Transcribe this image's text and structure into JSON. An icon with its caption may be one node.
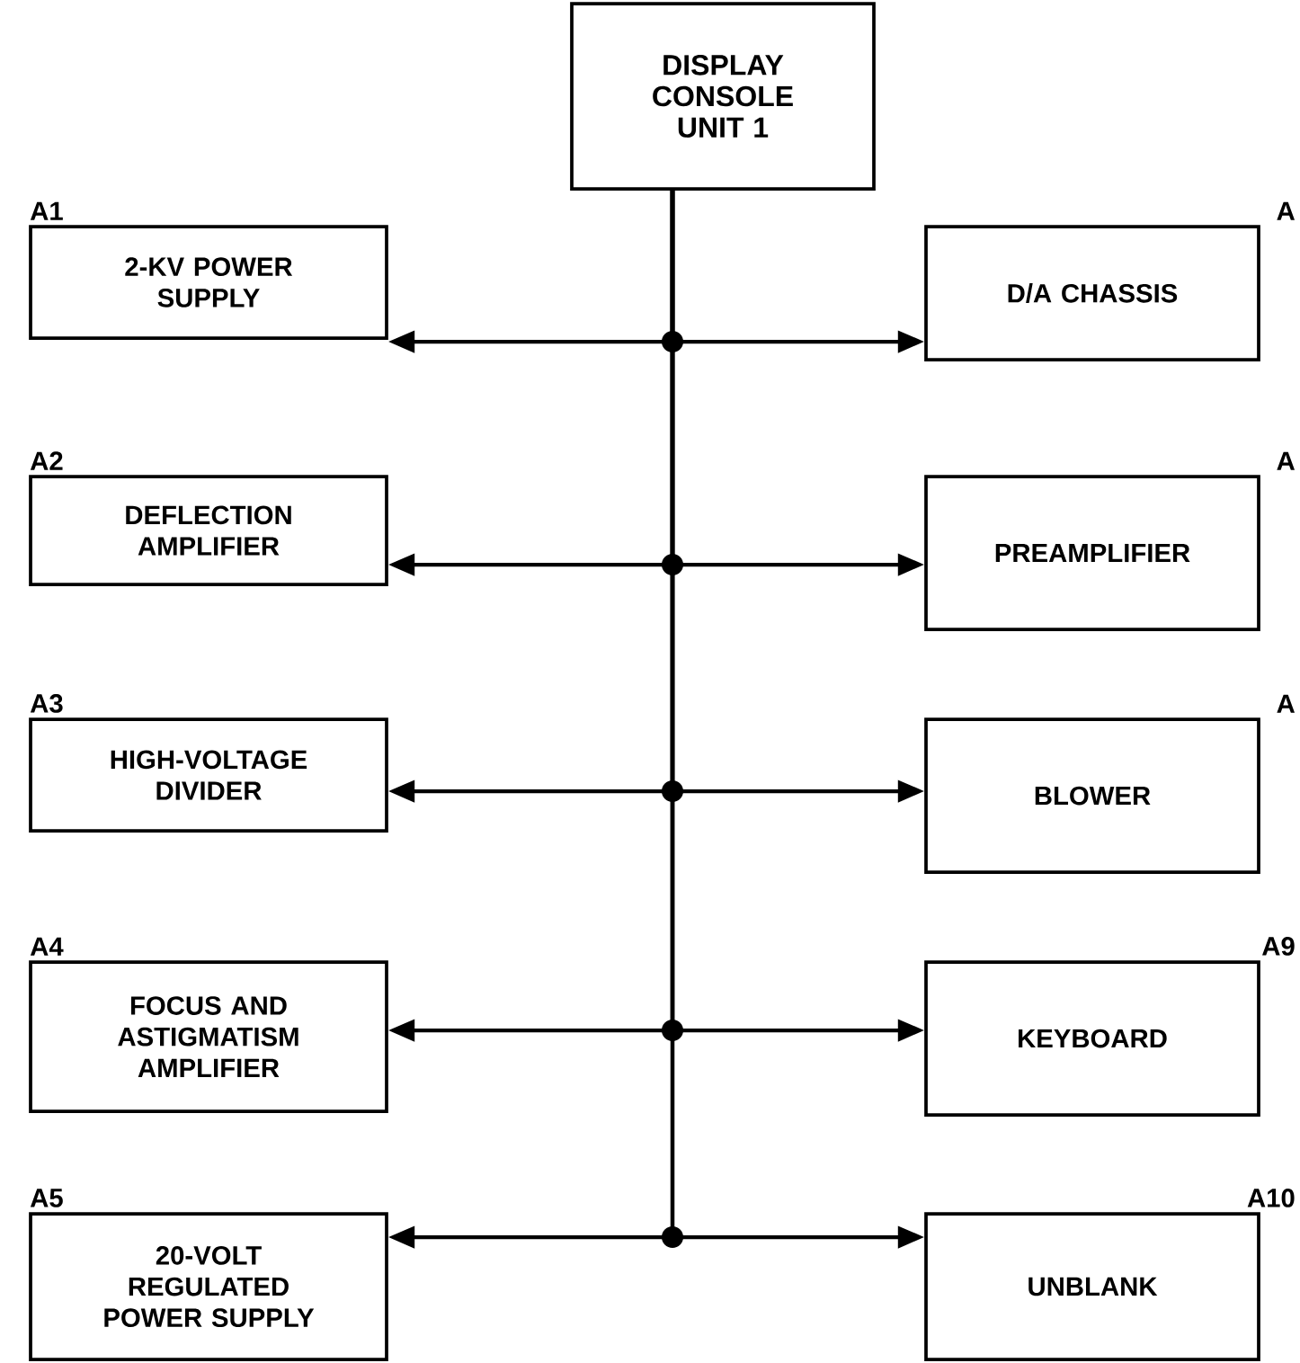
{
  "diagram": {
    "nodes": [
      {
        "text": [
          "DISPLAY CONSOLE UNIT 1"
        ]
      },
      {
        "text": [
          "A1",
          "2-KV POWER SUPPLY"
        ]
      },
      {
        "text": [
          "A2",
          "DEFLECTION AMPLIFIER"
        ]
      },
      {
        "text": [
          "A3",
          "HIGH-VOLTAGE DIVIDER"
        ]
      },
      {
        "text": [
          "A4",
          "FOCUS AND ASTIGMATISM AMPLIFIER"
        ]
      },
      {
        "text": [
          "A5",
          "20-VOLT REGULATED POWER SUPPLY"
        ]
      },
      {
        "text": [
          "A",
          "D/A CHASSIS"
        ]
      },
      {
        "text": [
          "A",
          "PREAMPLIFIER"
        ]
      },
      {
        "text": [
          "A",
          "BLOWER"
        ]
      },
      {
        "text": [
          "A9",
          "KEYBOARD"
        ]
      },
      {
        "text": [
          "A10",
          "UNBLANK"
        ]
      }
    ],
    "edges": [
      {
        "from": 0,
        "to": 1,
        "arrow": "to"
      },
      {
        "from": 0,
        "to": 6,
        "arrow": "to"
      },
      {
        "from": 0,
        "to": 2,
        "arrow": "to"
      },
      {
        "from": 0,
        "to": 7,
        "arrow": "to"
      },
      {
        "from": 0,
        "to": 3,
        "arrow": "to"
      },
      {
        "from": 0,
        "to": 8,
        "arrow": "to"
      },
      {
        "from": 0,
        "to": 4,
        "arrow": "to"
      },
      {
        "from": 0,
        "to": 9,
        "arrow": "to"
      },
      {
        "from": 0,
        "to": 5,
        "arrow": "to"
      },
      {
        "from": 0,
        "to": 10,
        "arrow": "to"
      }
    ]
  }
}
